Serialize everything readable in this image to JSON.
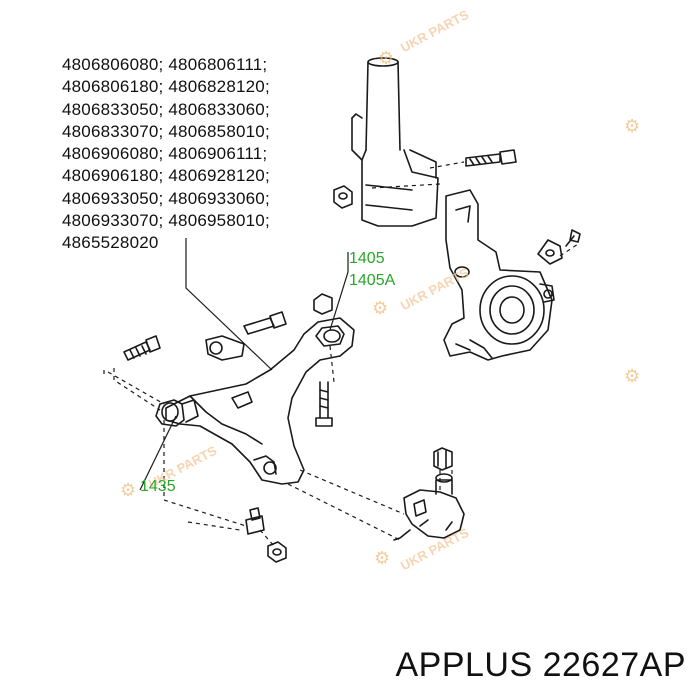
{
  "part_numbers": [
    "4806806080; 4806806111;",
    "4806806180; 4806828120;",
    "4806833050; 4806833060;",
    "4806833070; 4806858010;",
    "4806906080; 4806906111;",
    "4806906180; 4806928120;",
    "4806933050; 4806933060;",
    "4806933070; 4806958010;",
    "4865528020"
  ],
  "callouts": {
    "c1405": "1405",
    "c1405a": "1405A",
    "c1435": "1435"
  },
  "footer": {
    "brand_part": "APPLUS 22627AP"
  },
  "watermark": {
    "text": "UKR PARTS",
    "color": "#f2b874"
  },
  "colors": {
    "line": "#1a1a1a",
    "callout": "#2aa62a"
  }
}
